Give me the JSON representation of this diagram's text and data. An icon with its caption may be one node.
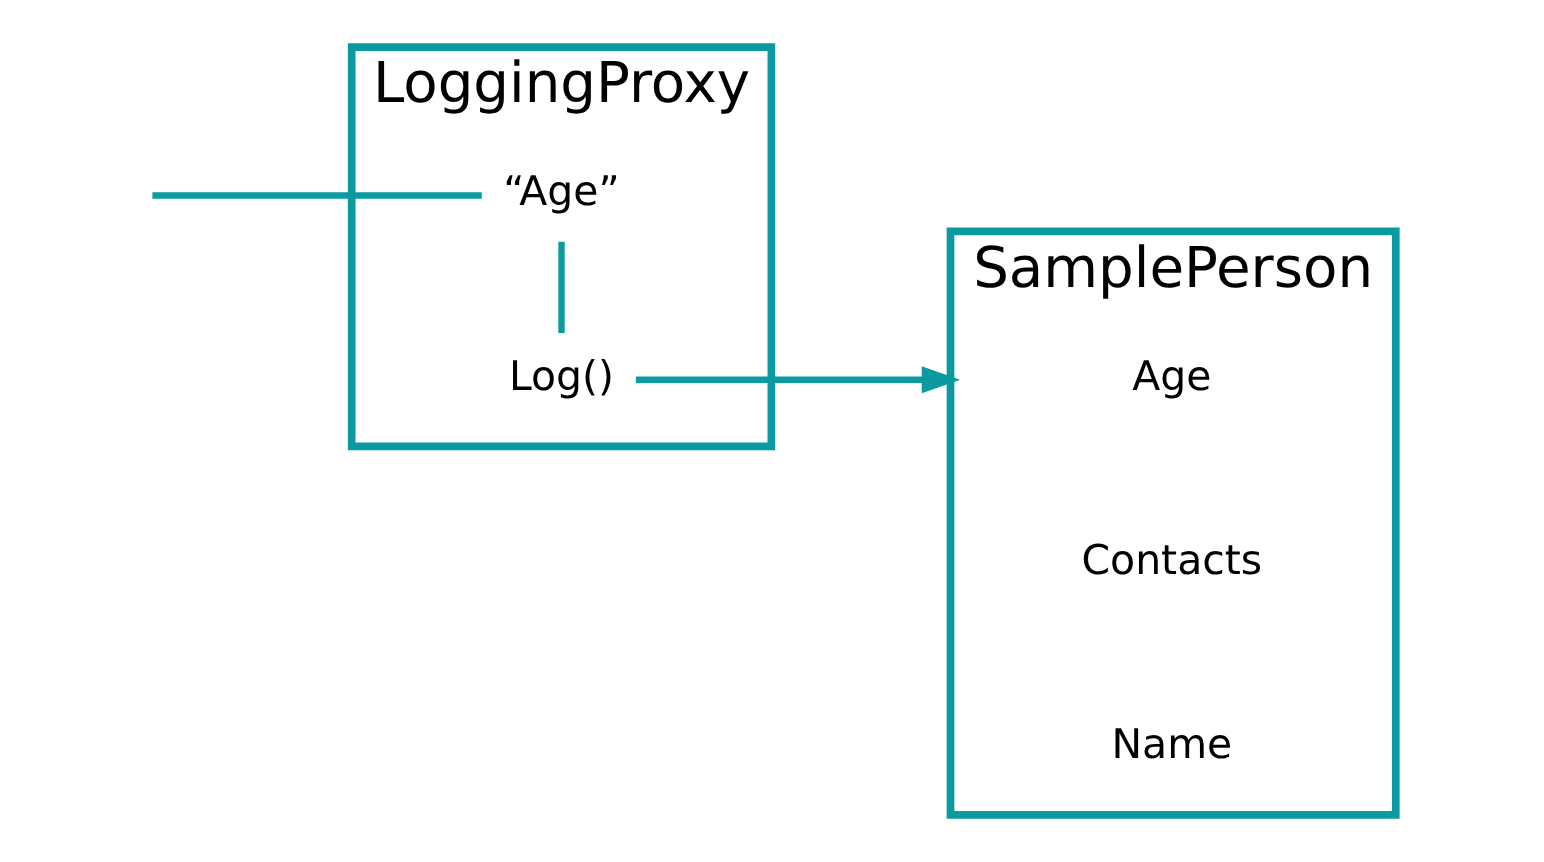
{
  "diagram": {
    "nodes": [
      {
        "text": [
          "LoggingProxy"
        ]
      },
      {
        "text": [
          "“Age”"
        ],
        "in": 0
      },
      {
        "text": [
          "Log()"
        ],
        "in": 0
      },
      {
        "text": [
          "SamplePerson"
        ]
      },
      {
        "text": [
          "Age"
        ],
        "in": 3
      },
      {
        "text": [
          "Contacts"
        ],
        "in": 3
      },
      {
        "text": [
          "Name"
        ],
        "in": 3
      }
    ],
    "edges": [
      {
        "from": null,
        "to": 1,
        "arrow": "none"
      },
      {
        "from": 1,
        "to": 2,
        "arrow": "none"
      },
      {
        "from": 2,
        "to": 3,
        "arrow": "to"
      }
    ]
  }
}
